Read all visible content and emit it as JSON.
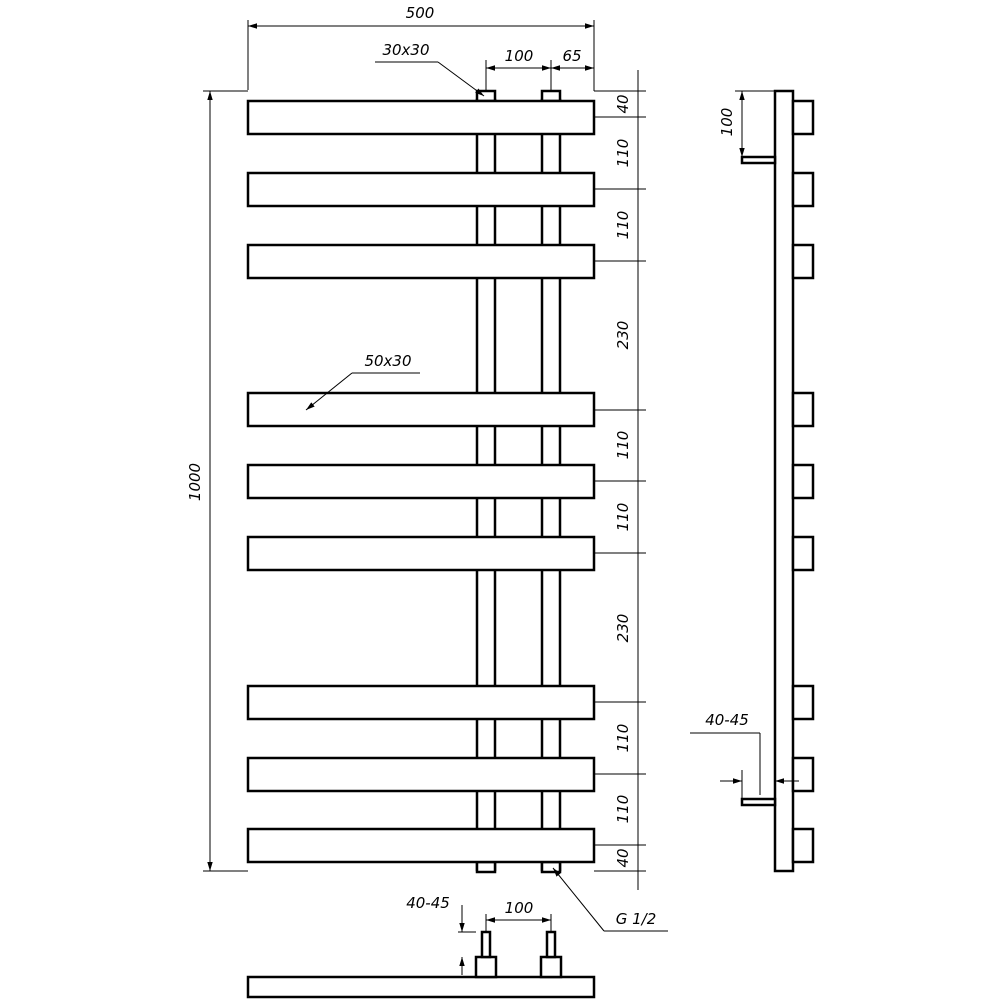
{
  "front_view": {
    "overall_width": "500",
    "overall_height": "1000",
    "collector_section": "30x30",
    "collector_spacing": "100",
    "collector_offset": "65",
    "bar_section": "50x30",
    "vertical_dims": [
      "40",
      "110",
      "110",
      "230",
      "110",
      "110",
      "230",
      "110",
      "110",
      "40"
    ],
    "connection_thread": "G 1/2"
  },
  "side_view": {
    "bracket_height": "100",
    "wall_gap": "40-45"
  },
  "bottom_view": {
    "wall_gap": "40-45",
    "collector_spacing": "100"
  }
}
